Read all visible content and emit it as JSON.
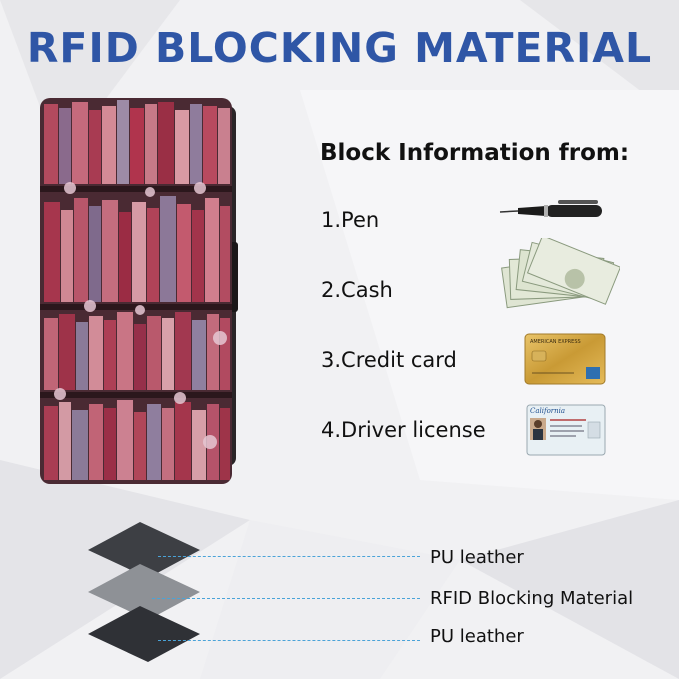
{
  "title": "RFID BLOCKING MATERIAL",
  "block_info": {
    "heading": "Block Information from:",
    "items": [
      {
        "label": "1.Pen",
        "icon": "pen-icon"
      },
      {
        "label": "2.Cash",
        "icon": "cash-icon"
      },
      {
        "label": "3.Credit card",
        "icon": "credit-card-icon"
      },
      {
        "label": "4.Driver license",
        "icon": "driver-license-icon"
      }
    ]
  },
  "credit_card_text": "AMERICAN EXPRESS",
  "license_text": "California",
  "layers": [
    {
      "label": "PU leather"
    },
    {
      "label": "RFID Blocking Material"
    },
    {
      "label": "PU leather"
    }
  ],
  "colors": {
    "title": "#2f56a6",
    "leader_line": "#4aa3d8",
    "background": "#f1f1f3"
  }
}
